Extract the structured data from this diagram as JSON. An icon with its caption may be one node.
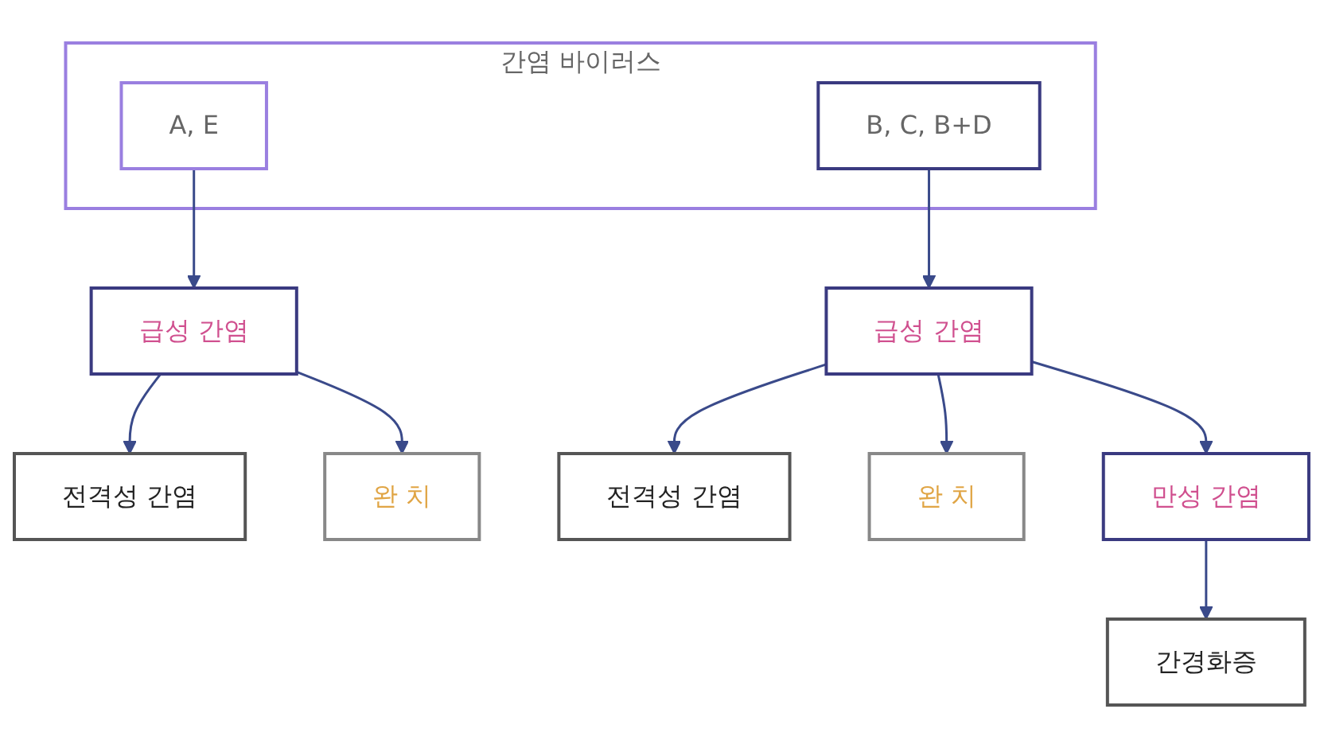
{
  "diagram": {
    "nodes": [
      {
        "text": [
          "간염 바이러스"
        ]
      },
      {
        "text": [
          "A, E"
        ],
        "in": 0
      },
      {
        "text": [
          "B, C, B+D"
        ],
        "in": 0
      },
      {
        "text": [
          "전격성 간염"
        ]
      },
      {
        "text": [
          "급성 간염"
        ]
      },
      {
        "text": [
          "급성 간염"
        ]
      },
      {
        "text": [
          "전격성 간염"
        ]
      },
      {
        "text": [
          "완 치"
        ]
      },
      {
        "text": [
          "완 치"
        ]
      },
      {
        "text": [
          "만성 간염"
        ]
      },
      {
        "text": [
          "간경화증"
        ]
      }
    ],
    "edges": [
      {
        "from": 1,
        "to": 4,
        "arrow": "to"
      },
      {
        "from": 2,
        "to": 5,
        "arrow": "to"
      },
      {
        "from": 4,
        "to": 3,
        "arrow": "to"
      },
      {
        "from": 5,
        "to": 6,
        "arrow": "to"
      },
      {
        "from": 4,
        "to": 8,
        "arrow": "to"
      },
      {
        "from": 5,
        "to": 7,
        "arrow": "to"
      },
      {
        "from": 5,
        "to": 9,
        "arrow": "to"
      },
      {
        "from": 9,
        "to": 10,
        "arrow": "to"
      }
    ]
  }
}
